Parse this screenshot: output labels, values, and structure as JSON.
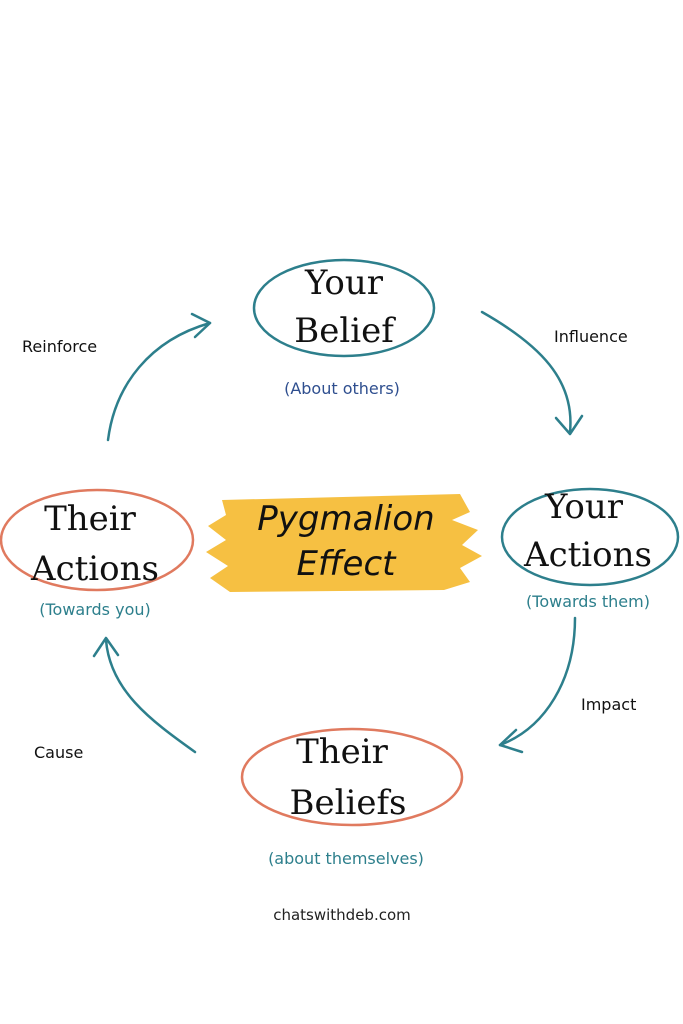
{
  "colors": {
    "teal": "#2d7f8c",
    "coral": "#e07a5f",
    "yellow": "#f6c042",
    "text": "#111111",
    "belief_sub": "#2f4f8f"
  },
  "center": {
    "line1": "Pygmalion",
    "line2": "Effect"
  },
  "nodes": {
    "your_belief": {
      "line1": "Your",
      "line2": "Belief",
      "sub": "(About others)"
    },
    "your_actions": {
      "line1": "Your",
      "line2": "Actions",
      "sub": "(Towards them)"
    },
    "their_beliefs": {
      "line1": "Their",
      "line2": "Beliefs",
      "sub": "(about themselves)"
    },
    "their_actions": {
      "line1": "Their",
      "line2": "Actions",
      "sub": "(Towards you)"
    }
  },
  "edges": {
    "influence": "Influence",
    "impact": "Impact",
    "cause": "Cause",
    "reinforce": "Reinforce"
  },
  "footer": "chatswithdeb.com"
}
